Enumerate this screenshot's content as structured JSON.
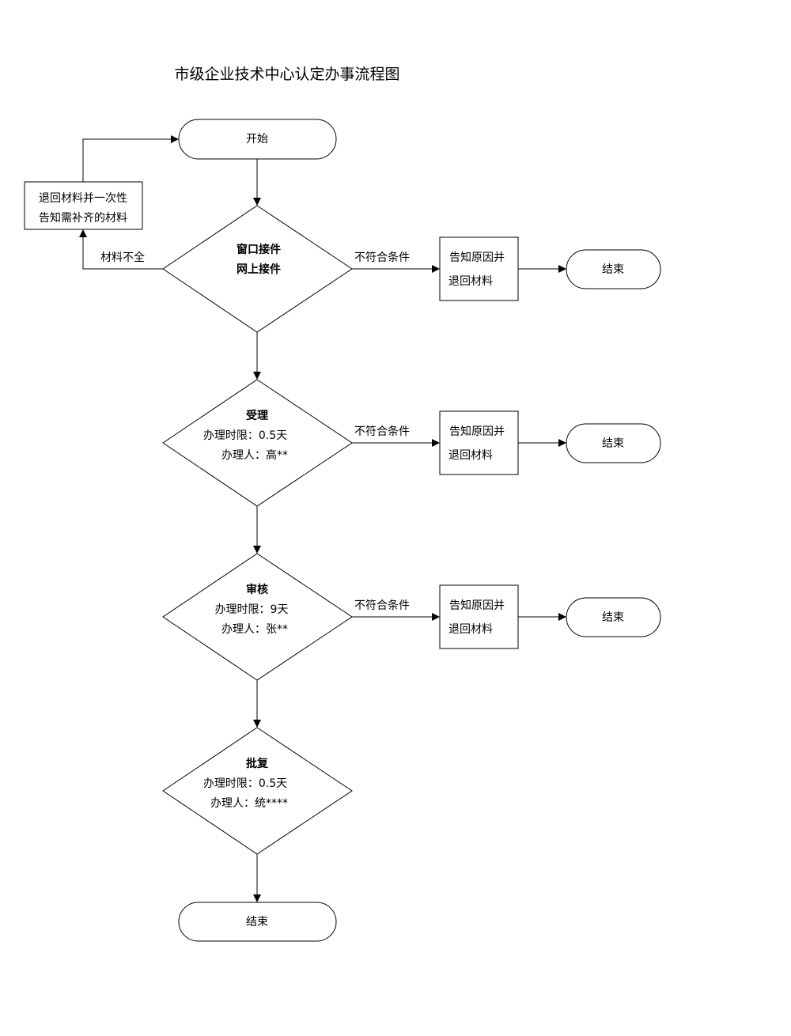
{
  "title": "市级企业技术中心认定办事流程图",
  "start": "开始",
  "return_box": {
    "line1": "退回材料并一次性",
    "line2": "告知需补齐的材料"
  },
  "incomplete_label": "材料不全",
  "step1": {
    "line1": "窗口接件",
    "line2": "网上接件"
  },
  "step2": {
    "name": "受理",
    "time": "办理时限：0.5天",
    "person": "办理人：高**"
  },
  "step3": {
    "name": "审核",
    "time": "办理时限：9天",
    "person": "办理人：张**"
  },
  "step4": {
    "name": "批复",
    "time": "办理时限：0.5天",
    "person": "办理人：统****"
  },
  "reject_label": "不符合条件",
  "reject_box": {
    "line1": "告知原因并",
    "line2": "退回材料"
  },
  "end": "结束"
}
